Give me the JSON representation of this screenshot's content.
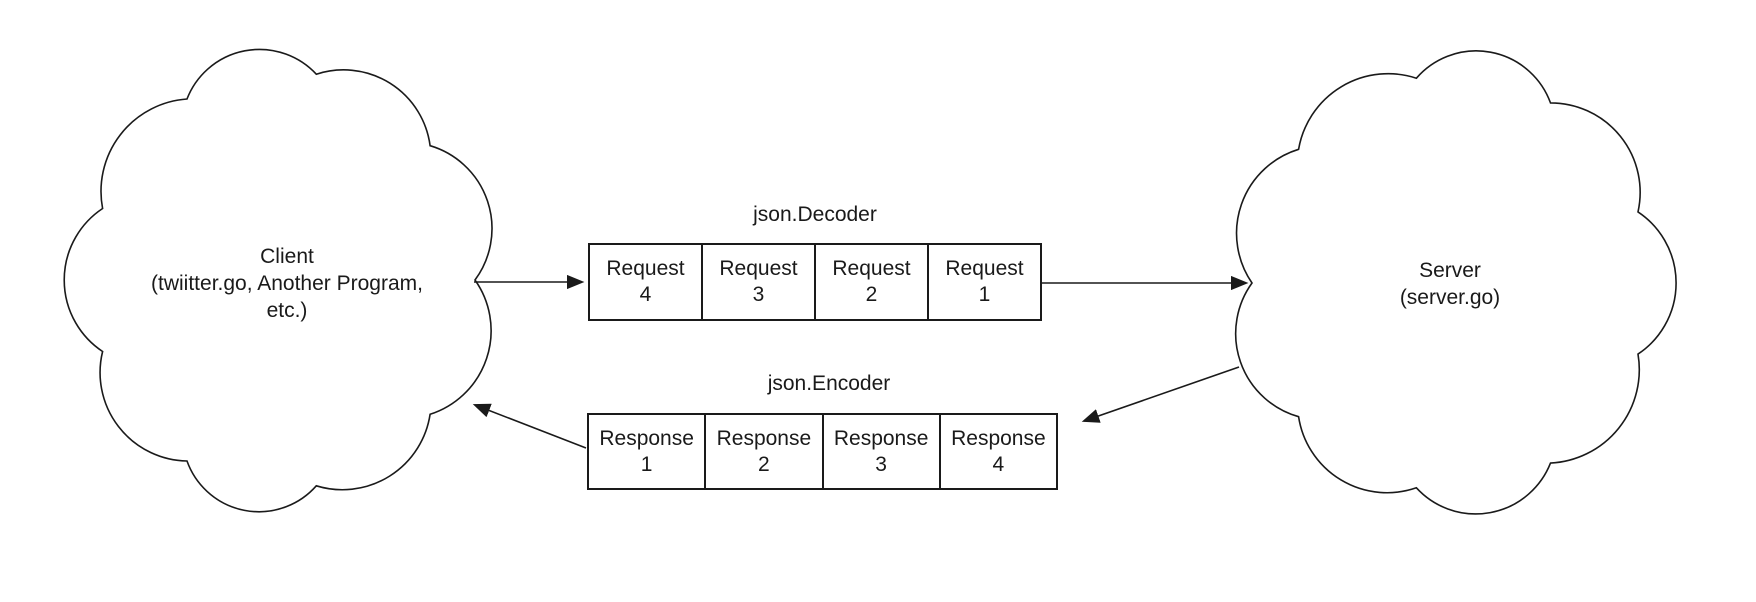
{
  "client_cloud": {
    "lines": [
      "Client",
      "(twiitter.go, Another Program,",
      "etc.)"
    ]
  },
  "server_cloud": {
    "lines": [
      "Server",
      "(server.go)"
    ]
  },
  "request_queue": {
    "label": "json.Decoder",
    "cells": [
      {
        "line1": "Request",
        "line2": "4"
      },
      {
        "line1": "Request",
        "line2": "3"
      },
      {
        "line1": "Request",
        "line2": "2"
      },
      {
        "line1": "Request",
        "line2": "1"
      }
    ]
  },
  "response_queue": {
    "label": "json.Encoder",
    "cells": [
      {
        "line1": "Response",
        "line2": "1"
      },
      {
        "line1": "Response",
        "line2": "2"
      },
      {
        "line1": "Response",
        "line2": "3"
      },
      {
        "line1": "Response",
        "line2": "4"
      }
    ]
  },
  "arrows": [
    {
      "name": "client-to-decoder",
      "from": "Client",
      "to": "json.Decoder queue"
    },
    {
      "name": "decoder-to-server",
      "from": "json.Decoder queue",
      "to": "Server"
    },
    {
      "name": "server-to-encoder",
      "from": "Server",
      "to": "json.Encoder queue"
    },
    {
      "name": "encoder-to-client",
      "from": "json.Encoder queue",
      "to": "Client"
    }
  ],
  "colors": {
    "stroke": "#1a1a1a",
    "background": "#ffffff",
    "text": "#1a1a1a"
  }
}
